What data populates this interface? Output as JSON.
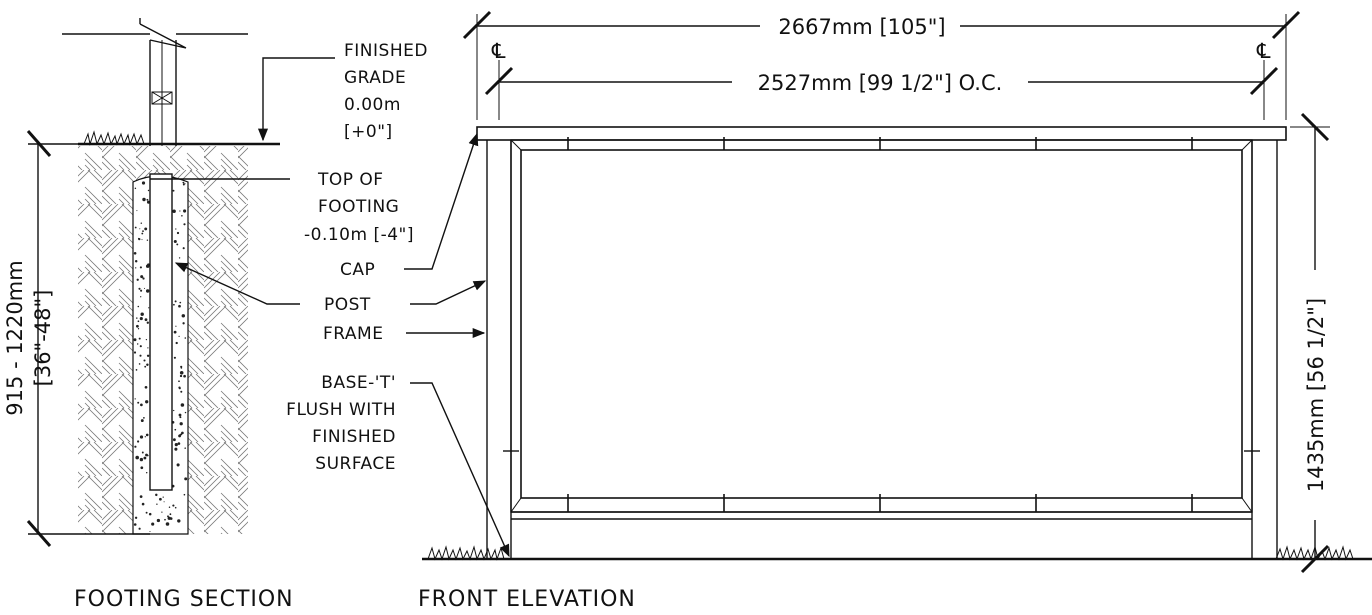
{
  "footing": {
    "finished_grade": [
      "FINISHED",
      "GRADE",
      "0.00m",
      "[+0\"]"
    ],
    "top_of_footing": [
      "TOP OF",
      "FOOTING",
      "-0.10m [-4\"]"
    ],
    "post": "POST",
    "depth_dim": [
      "915 - 1220mm",
      "[36\"-48\"]"
    ],
    "title": "FOOTING SECTION"
  },
  "elevation": {
    "cap": "CAP",
    "frame": "FRAME",
    "base_t": [
      "BASE-'T'",
      "FLUSH WITH",
      "FINISHED",
      "SURFACE"
    ],
    "overall_width": "2667mm [105\"]",
    "center_to_center": "2527mm [99 1/2\"] O.C.",
    "height": "1435mm [56 1/2\"]",
    "centerline_symbol": "℄",
    "title": "FRONT ELEVATION"
  },
  "colors": {
    "line": "#111111",
    "hatch": "#777777",
    "background": "#ffffff"
  }
}
